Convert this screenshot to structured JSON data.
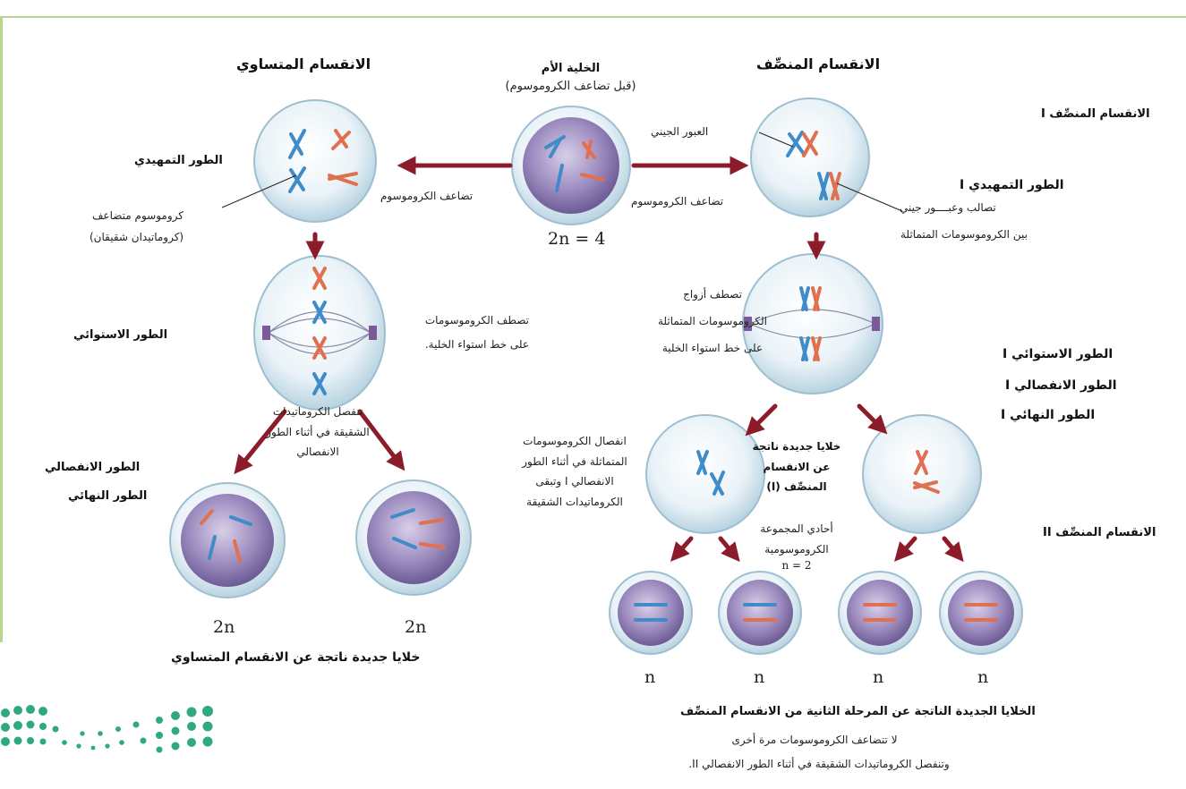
{
  "headings": {
    "mitosis": "الانقسام المتساوي",
    "meiosis": "الانقسام المنصِّف"
  },
  "mother": {
    "title": "الخلية الأم",
    "subtitle": "(قبل تضاعف الكروموسوم)"
  },
  "labels": {
    "replication_mitosis": "تضاعف الكروموسوم",
    "replication_meiosis": "تضاعف الكروموسوم",
    "two_n_4": "2n = 4"
  },
  "mitosis": {
    "prophase": "الطور التمهيدي",
    "duplicated_chromosome": "كروموسوم متضاعف",
    "sister_chromatids": "(كروماتيدان شقيقان)",
    "metaphase_desc": "تصطف الكروموسومات على خط استواء الخلية.",
    "metaphase": "الطور الاستوائي",
    "anaphase_desc": "تنفصل الكروماتيدات الشقيقة في أثناء الطور الانفصالي",
    "anaphase": "الطور الانفصالي",
    "telophase": "الطور النهائي",
    "ploidy_left": "2n",
    "ploidy_right": "2n",
    "result": "خلايا جديدة ناتجة عن الانقسام المتساوي"
  },
  "meiosis": {
    "meiosis_i": "الانقسام المنصِّف I",
    "crossing_over": "العبور الجيني",
    "prophase_i": "الطور التمهيدي I",
    "synapsis": "تصالب وعبــــور جيني",
    "between_homologous": "بين الكروموسومات المتماثلة",
    "metaphase_desc": "تصطف أزواج الكروموسومات المتماثلة على خط استواء الخلية",
    "metaphase_i": "الطور الاستوائي I",
    "anaphase_i": "الطور الانفصالي I",
    "telophase_i": "الطور النهائي I",
    "anaphase_desc": "انفصال الكروموسومات المتماثلة في أثناء الطور الانفصالي I وتبقى الكروماتيدات الشقيقة",
    "meiosis_i_result": "خلايا جديدة ناتجة عن الانقسام المنصِّف (I)",
    "haploid": "أحادي المجموعة الكروموسومية",
    "n_equals_2": "n = 2",
    "meiosis_ii": "الانقسام المنصِّف II",
    "ploidy": [
      "n",
      "n",
      "n",
      "n"
    ],
    "result": "الخلايا الجديدة الناتجة عن المرحلة الثانية من الانقسام المنصِّف",
    "note_1": "لا تتضاعف الكروموسومات مرة أخرى",
    "note_2": "وتنفصل الكروماتيدات الشقيقة في أثناء الطور الانفصالي II."
  },
  "colors": {
    "arrow": "#8c1c2a",
    "chromosome_blue": "#3f8cc8",
    "chromosome_red": "#e0704f",
    "nucleus": "#9d8cbf",
    "logo": "#2fa97f",
    "frame": "#b9d68a"
  }
}
